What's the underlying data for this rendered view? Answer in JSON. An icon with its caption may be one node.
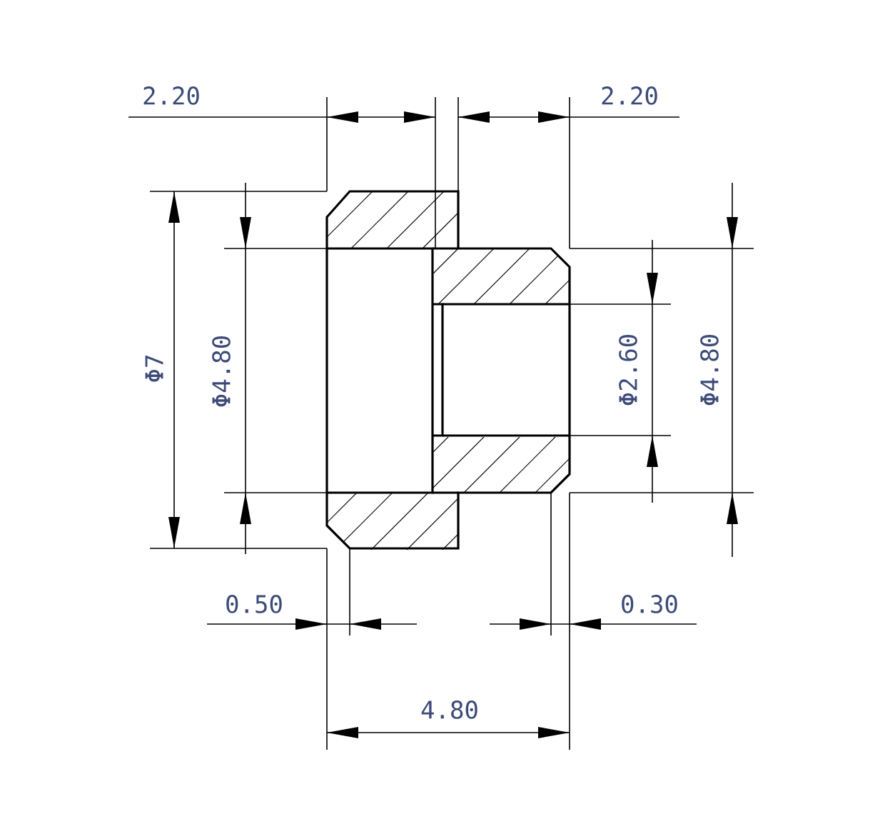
{
  "diagram": {
    "labels": [
      "2.20",
      "2.20",
      "Φ7",
      "Φ4.80",
      "Φ2.60",
      "Φ4.80",
      "0.50",
      "0.30",
      "4.80"
    ]
  }
}
